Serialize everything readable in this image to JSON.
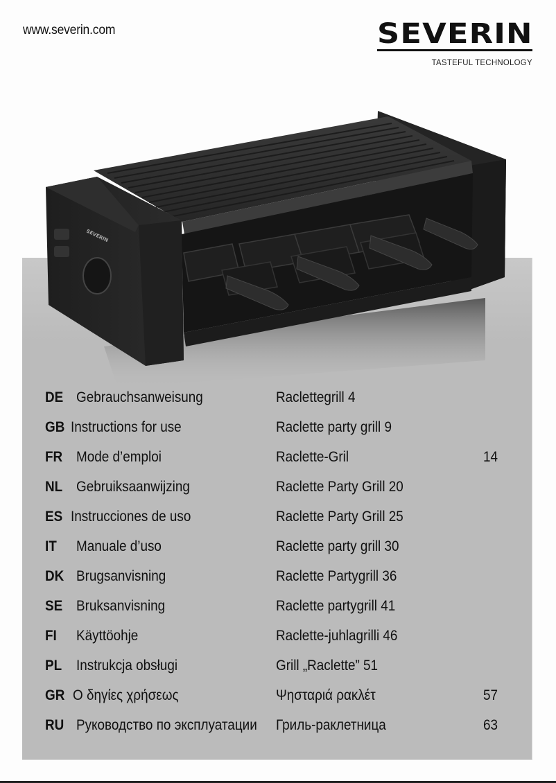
{
  "header": {
    "url": "www.severin.com",
    "logo": {
      "brand": "SEVERIN",
      "tagline": "TASTEFUL TECHNOLOGY"
    }
  },
  "product_image": {
    "description": "Black raclette party grill with ribbed grill plate, temperature control knob and 8 raclette pans",
    "brand_mark": "SEVERIN"
  },
  "toc": {
    "rows": [
      {
        "code": "DE",
        "title": "Gebrauchsanweisung",
        "product": "Raclettegrill   4",
        "page": ""
      },
      {
        "code": "GB",
        "title": "Instructions for use",
        "product": "Raclette party grill  9",
        "page": ""
      },
      {
        "code": "FR",
        "title": "Mode    d’emploi",
        "product": "Raclette-Gril",
        "page": "14"
      },
      {
        "code": "NL",
        "title": "Gebruiksaanwijzing",
        "product": "Raclette Party Grill  20",
        "page": ""
      },
      {
        "code": "ES",
        "title": "Instrucciones de uso",
        "product": "Raclette Party Grill  25",
        "page": ""
      },
      {
        "code": "IT",
        "title": "Manuale     d’uso",
        "product": "Raclette party grill   30",
        "page": ""
      },
      {
        "code": "DK",
        "title": "Brugsanvisning",
        "product": "Raclette Partygrill  36",
        "page": ""
      },
      {
        "code": "SE",
        "title": "Bruksanvisning",
        "product": "Raclette partygrill   41",
        "page": ""
      },
      {
        "code": "FI",
        "title": "Käyttöohje",
        "product": "Raclette-juhlagrilli   46",
        "page": ""
      },
      {
        "code": "PL",
        "title": "Instrukcja    obsługi",
        "product": "Grill „Raclette”  51",
        "page": ""
      },
      {
        "code": "GR",
        "title": "Ο  δηγίες χρήσεως",
        "product": "Ψησταριά ρακλέτ",
        "page": "57"
      },
      {
        "code": "RU",
        "title": "Руководство по эксплуатации",
        "product": "Гриль-раклетница",
        "page": "63"
      }
    ]
  },
  "colors": {
    "panel": "#bbbbbb",
    "text": "#111111",
    "appliance": "#2a2a2a"
  }
}
